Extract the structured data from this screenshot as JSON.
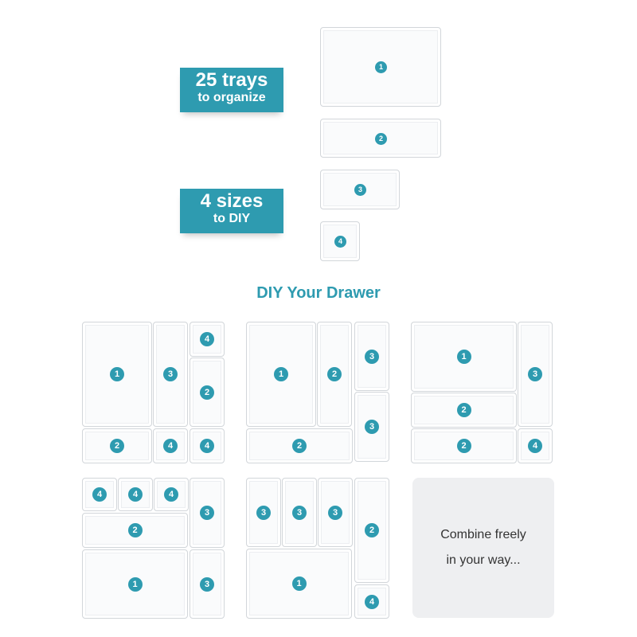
{
  "banners": {
    "trays": {
      "big": "25 trays",
      "small": "to organize"
    },
    "sizes": {
      "big": "4 sizes",
      "small": "to DIY"
    }
  },
  "section_title": "DIY Your Drawer",
  "combine": {
    "line1": "Combine freely",
    "line2": "in your way..."
  },
  "legend_trays": [
    "1",
    "2",
    "3",
    "4"
  ],
  "layouts": [
    [
      "1",
      "3",
      "4",
      "2",
      "2",
      "4",
      "4"
    ],
    [
      "1",
      "2",
      "3",
      "3",
      "2"
    ],
    [
      "1",
      "3",
      "2",
      "2",
      "4"
    ],
    [
      "4",
      "4",
      "4",
      "3",
      "2",
      "1",
      "3"
    ],
    [
      "3",
      "3",
      "3",
      "2",
      "1",
      "4"
    ]
  ],
  "colors": {
    "accent": "#2e9bb0",
    "panel": "#eeeff1"
  }
}
